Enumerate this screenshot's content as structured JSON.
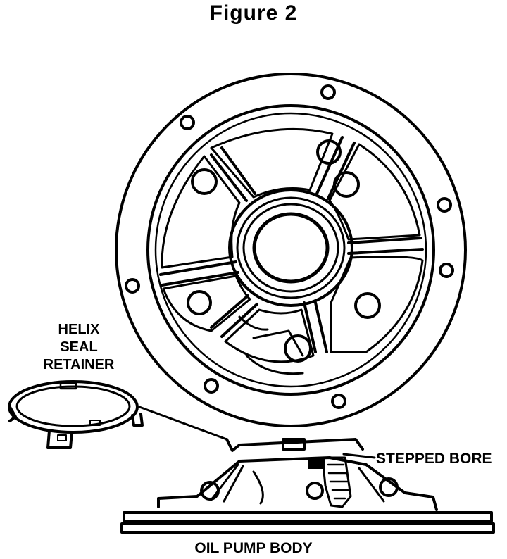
{
  "title": "Figure 2",
  "labels": {
    "helix_line1": "HELIX",
    "helix_line2": "SEAL",
    "helix_line3": "RETAINER",
    "stepped_bore": "STEPPED BORE",
    "oil_pump_body": "OIL PUMP BODY"
  },
  "colors": {
    "ink": "#000000",
    "paper": "#ffffff"
  }
}
